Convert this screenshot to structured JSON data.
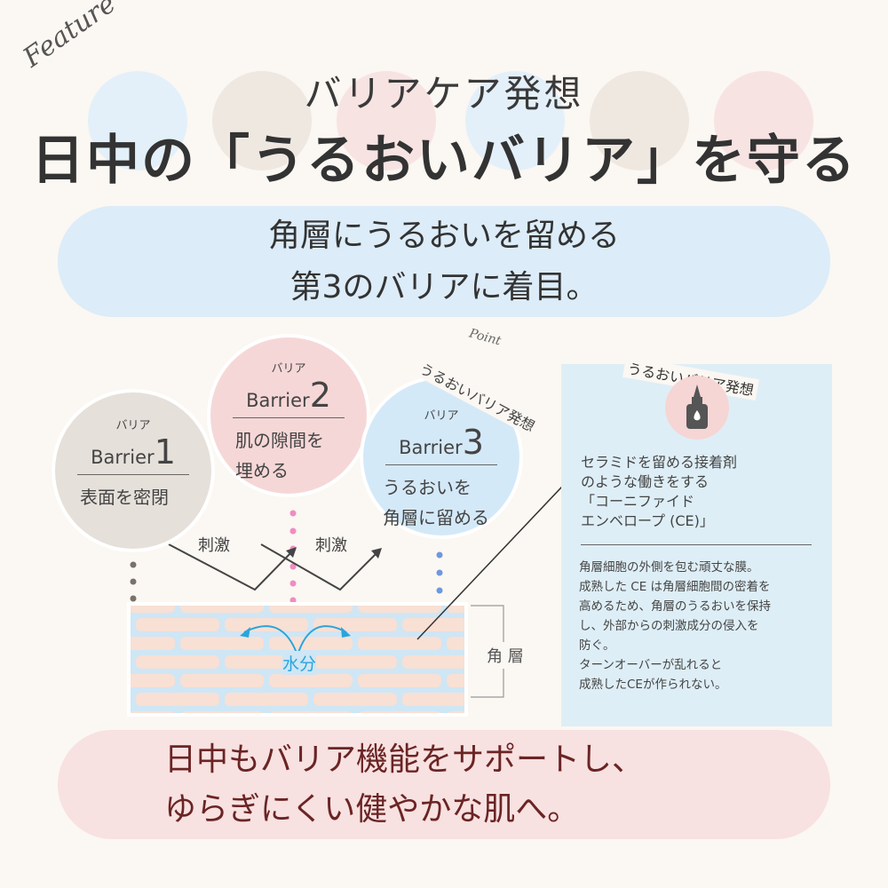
{
  "header": {
    "script_word": "Feature",
    "subtitle": "バリアケア発想",
    "title": "日中の「うるおいバリア」を守る"
  },
  "intro": {
    "line1": "角層にうるおいを留める",
    "line2": "第3のバリアに着目。"
  },
  "barriers": [
    {
      "kana": "バリア",
      "label": "Barrier",
      "num": "1",
      "desc1": "表面を密閉",
      "desc2": ""
    },
    {
      "kana": "バリア",
      "label": "Barrier",
      "num": "2",
      "desc1": "肌の隙間を",
      "desc2": "埋める"
    },
    {
      "kana": "バリア",
      "label": "Barrier",
      "num": "3",
      "desc1": "うるおいを",
      "desc2": "角層に留める"
    }
  ],
  "point": {
    "script_word": "Point",
    "arc_label": "うるおいバリア発想"
  },
  "diagram": {
    "stimulus": "刺激",
    "moisture": "水分",
    "layer_label": "角 層"
  },
  "panel": {
    "arc_label": "うるおいバリア発想",
    "icon": "dropper-bottle-icon",
    "main": [
      "セラミドを留める接着剤",
      "のような働きをする",
      "「コーニファイド",
      "エンベロープ (CE)」"
    ],
    "sub": [
      "角層細胞の外側を包む頑丈な膜。",
      "成熟した CE は角層細胞間の密着を",
      "高めるため、角層のうるおいを保持",
      "し、外部からの刺激成分の侵入を",
      "防ぐ。",
      "ターンオーバーが乱れると",
      "成熟したCEが作られない。"
    ]
  },
  "footer": {
    "line1": "日中もバリア機能をサポートし、",
    "line2": "ゆらぎにくい健やかな肌へ。"
  },
  "colors": {
    "bg": "#fbf7f2",
    "blue": "#dcecf8",
    "pink": "#f8e1e1",
    "beige": "#e6e0da",
    "footer_text": "#6b2424"
  }
}
